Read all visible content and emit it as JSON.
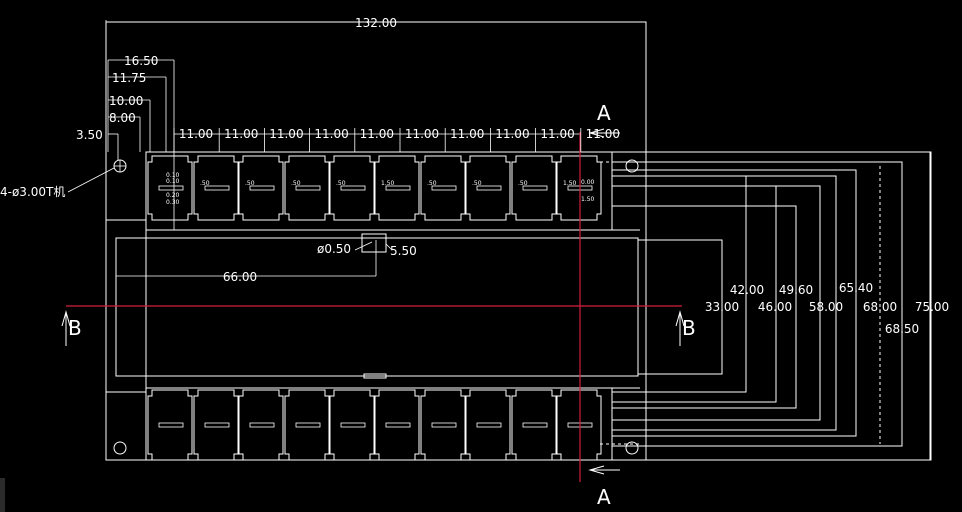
{
  "drawing": {
    "dims_top": {
      "overall": "132.00",
      "d1": "16.50",
      "d2": "11.75",
      "d3": "10.00",
      "d4": "8.00",
      "d5": "3.50"
    },
    "pitch_labels": [
      "11.00",
      "11.00",
      "11.00",
      "11.00",
      "11.00",
      "11.00",
      "11.00",
      "11.00",
      "11.00",
      "11.00"
    ],
    "hole_note": "4-ø3.00T机",
    "hole_small": "ø0.50",
    "slot_dim": "5.50",
    "half_width": "66.00",
    "section_a_top": "A",
    "section_a_bottom": "A",
    "section_b_left": "B",
    "section_b_right": "B",
    "right_dims": [
      "33.00",
      "42.00",
      "46.00",
      "49.60",
      "58.00",
      "65.40",
      "68.00",
      "68.50",
      "75.00"
    ],
    "first_cell_labels": [
      "0.10",
      "0.10",
      "0.20",
      "0.30"
    ],
    "cell_labels_top": [
      ".50",
      ".50",
      ".50",
      ".50",
      ".50",
      "1.50",
      ".50",
      ".50",
      ".50",
      "1.50"
    ],
    "last_cell_labels": [
      "0.00",
      "1.50"
    ],
    "colors": {
      "line": "#ffffff",
      "section": "#d21f3c",
      "background": "#000000"
    }
  }
}
